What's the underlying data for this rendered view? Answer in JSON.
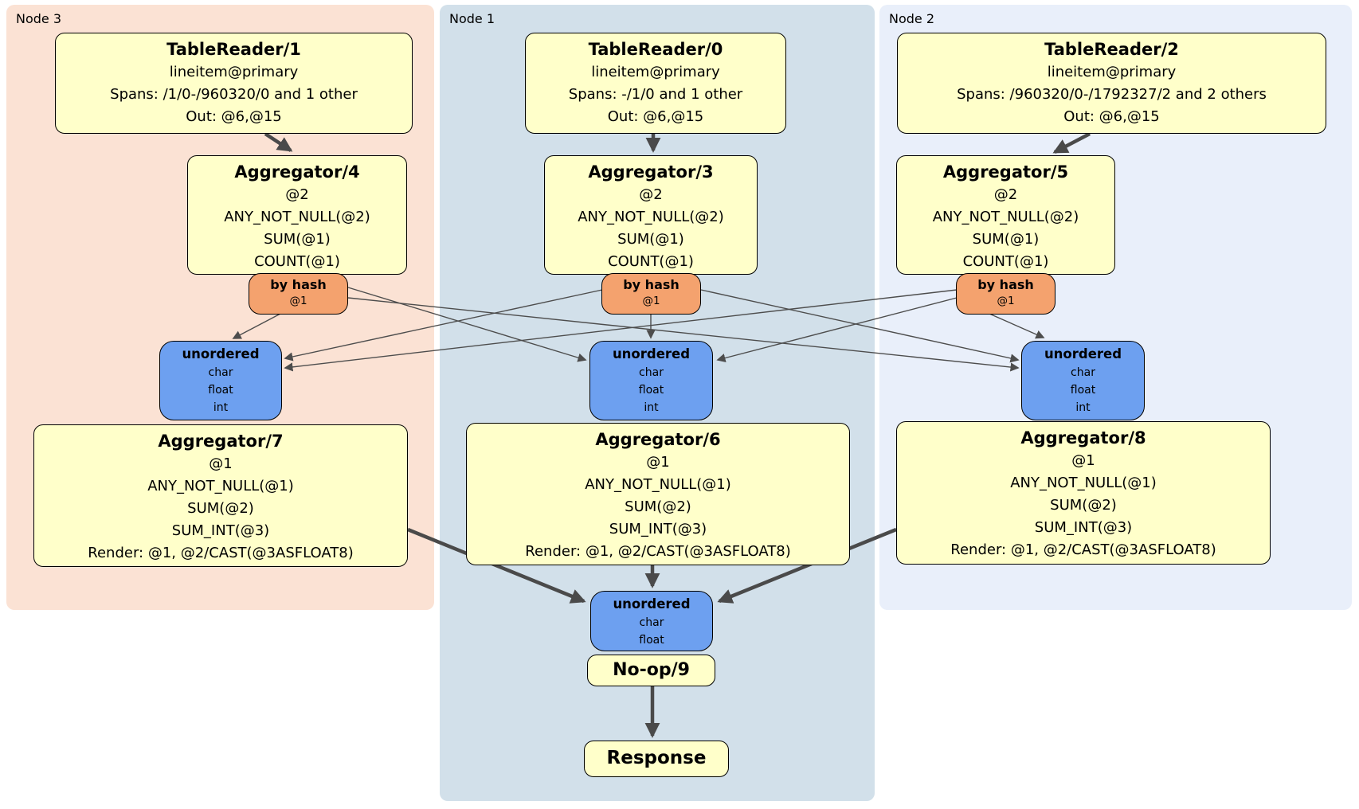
{
  "panels": {
    "node3": {
      "label": "Node 3"
    },
    "node1": {
      "label": "Node 1"
    },
    "node2": {
      "label": "Node 2"
    }
  },
  "processors": {
    "tr1": {
      "title": "TableReader/1",
      "lines": [
        "lineitem@primary",
        "Spans: /1/0-/960320/0 and 1 other",
        "Out: @6,@15"
      ]
    },
    "tr0": {
      "title": "TableReader/0",
      "lines": [
        "lineitem@primary",
        "Spans: -/1/0 and 1 other",
        "Out: @6,@15"
      ]
    },
    "tr2": {
      "title": "TableReader/2",
      "lines": [
        "lineitem@primary",
        "Spans: /960320/0-/1792327/2 and 2 others",
        "Out: @6,@15"
      ]
    },
    "agg4": {
      "title": "Aggregator/4",
      "lines": [
        "@2",
        "ANY_NOT_NULL(@2)",
        "SUM(@1)",
        "COUNT(@1)"
      ]
    },
    "agg3": {
      "title": "Aggregator/3",
      "lines": [
        "@2",
        "ANY_NOT_NULL(@2)",
        "SUM(@1)",
        "COUNT(@1)"
      ]
    },
    "agg5": {
      "title": "Aggregator/5",
      "lines": [
        "@2",
        "ANY_NOT_NULL(@2)",
        "SUM(@1)",
        "COUNT(@1)"
      ]
    },
    "router4": {
      "title": "by hash",
      "lines": [
        "@1"
      ]
    },
    "router3": {
      "title": "by hash",
      "lines": [
        "@1"
      ]
    },
    "router5": {
      "title": "by hash",
      "lines": [
        "@1"
      ]
    },
    "stream7": {
      "title": "unordered",
      "lines": [
        "char",
        "float",
        "int"
      ]
    },
    "stream6": {
      "title": "unordered",
      "lines": [
        "char",
        "float",
        "int"
      ]
    },
    "stream8": {
      "title": "unordered",
      "lines": [
        "char",
        "float",
        "int"
      ]
    },
    "agg7": {
      "title": "Aggregator/7",
      "lines": [
        "@1",
        "ANY_NOT_NULL(@1)",
        "SUM(@2)",
        "SUM_INT(@3)",
        "Render: @1, @2/CAST(@3ASFLOAT8)"
      ]
    },
    "agg6": {
      "title": "Aggregator/6",
      "lines": [
        "@1",
        "ANY_NOT_NULL(@1)",
        "SUM(@2)",
        "SUM_INT(@3)",
        "Render: @1, @2/CAST(@3ASFLOAT8)"
      ]
    },
    "agg8": {
      "title": "Aggregator/8",
      "lines": [
        "@1",
        "ANY_NOT_NULL(@1)",
        "SUM(@2)",
        "SUM_INT(@3)",
        "Render: @1, @2/CAST(@3ASFLOAT8)"
      ]
    },
    "stream9": {
      "title": "unordered",
      "lines": [
        "char",
        "float"
      ]
    },
    "noop": {
      "title": "No-op/9"
    },
    "response": {
      "title": "Response"
    }
  },
  "edges": [
    {
      "from": "TableReader/1",
      "to": "Aggregator/4"
    },
    {
      "from": "TableReader/0",
      "to": "Aggregator/3"
    },
    {
      "from": "TableReader/2",
      "to": "Aggregator/5"
    },
    {
      "from": "by hash (Node 3)",
      "to": "unordered (Node 3)"
    },
    {
      "from": "by hash (Node 3)",
      "to": "unordered (Node 1)"
    },
    {
      "from": "by hash (Node 3)",
      "to": "unordered (Node 2)"
    },
    {
      "from": "by hash (Node 1)",
      "to": "unordered (Node 3)"
    },
    {
      "from": "by hash (Node 1)",
      "to": "unordered (Node 1)"
    },
    {
      "from": "by hash (Node 1)",
      "to": "unordered (Node 2)"
    },
    {
      "from": "by hash (Node 2)",
      "to": "unordered (Node 3)"
    },
    {
      "from": "by hash (Node 2)",
      "to": "unordered (Node 1)"
    },
    {
      "from": "by hash (Node 2)",
      "to": "unordered (Node 2)"
    },
    {
      "from": "Aggregator/7",
      "to": "unordered (final)"
    },
    {
      "from": "Aggregator/6",
      "to": "unordered (final)"
    },
    {
      "from": "Aggregator/8",
      "to": "unordered (final)"
    },
    {
      "from": "No-op/9",
      "to": "Response"
    }
  ],
  "colors": {
    "panel_node3": "#fbe2d4",
    "panel_node1": "#d2e0ea",
    "panel_node2": "#e9effa",
    "box_yellow": "#ffffca",
    "router_orange": "#f4a26e",
    "stream_blue": "#6da0f0",
    "edge": "#4a4a4a"
  }
}
